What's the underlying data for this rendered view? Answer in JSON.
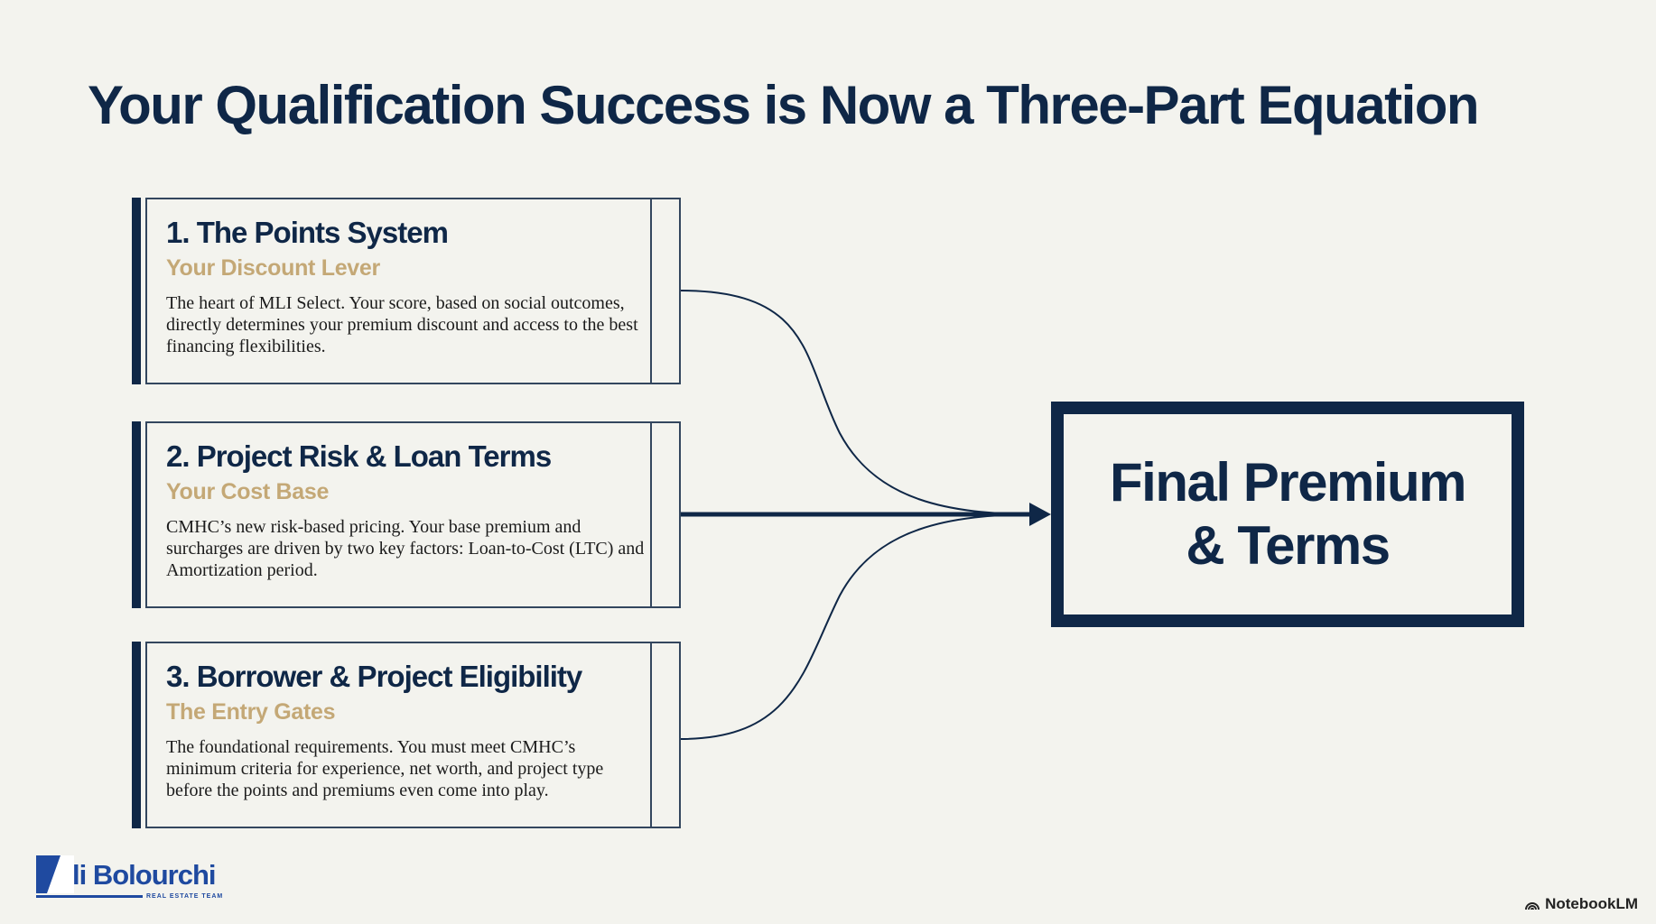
{
  "title": "Your Qualification Success is Now a Three-Part Equation",
  "cards": [
    {
      "heading": "1. The Points System",
      "subheading": "Your Discount Lever",
      "body": "The heart of MLI Select. Your score, based on social outcomes, directly determines your premium discount and access to the best financing flexibilities."
    },
    {
      "heading": "2. Project Risk & Loan Terms",
      "subheading": "Your Cost Base",
      "body": "CMHC’s new risk-based pricing. Your base premium and surcharges are driven by two key factors: Loan-to-Cost (LTC) and Amortization period."
    },
    {
      "heading": "3. Borrower & Project Eligibility",
      "subheading": "The Entry Gates",
      "body": "The foundational requirements. You must meet CMHC’s minimum criteria for experience, net worth, and project type before the points and premiums even come into play."
    }
  ],
  "result": "Final Premium & Terms",
  "logo": {
    "name": "li Bolourchi",
    "letter": "A",
    "tagline": "REAL ESTATE TEAM"
  },
  "watermark": "NotebookLM",
  "colors": {
    "navy": "#0f2747",
    "gold": "#c4a876",
    "logo_blue": "#1f4aa0"
  }
}
